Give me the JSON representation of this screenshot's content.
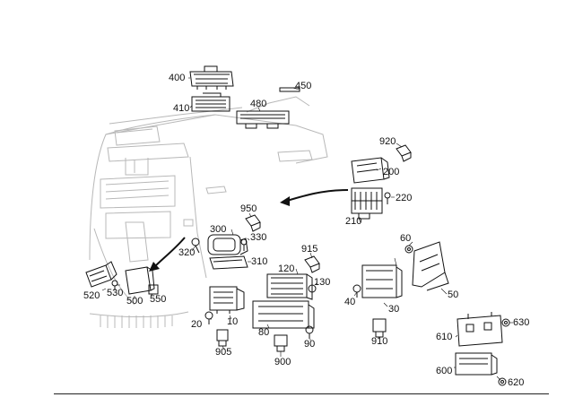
{
  "diagram": {
    "callouts": {
      "c10": "10",
      "c20": "20",
      "c30": "30",
      "c40": "40",
      "c50": "50",
      "c60": "60",
      "c80": "80",
      "c90": "90",
      "c120": "120",
      "c130": "130",
      "c200": "200",
      "c210": "210",
      "c220": "220",
      "c300": "300",
      "c310": "310",
      "c320": "320",
      "c330": "330",
      "c400": "400",
      "c410": "410",
      "c450": "450",
      "c480": "480",
      "c500": "500",
      "c520": "520",
      "c530": "530",
      "c550": "550",
      "c600": "600",
      "c610": "610",
      "c620": "620",
      "c630": "630",
      "c900": "900",
      "c905": "905",
      "c910": "910",
      "c915": "915",
      "c920": "920",
      "c950": "950"
    }
  }
}
